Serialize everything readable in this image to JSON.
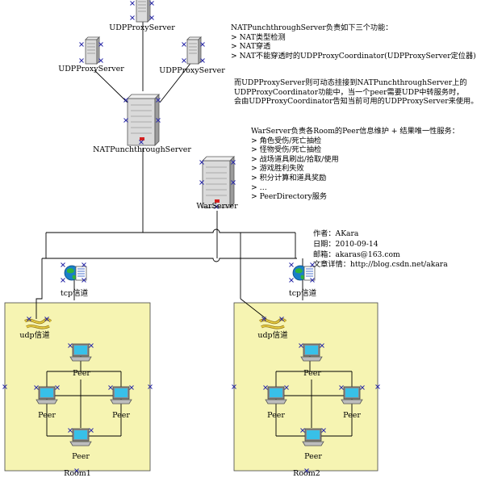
{
  "servers": {
    "udp_top": "UDPProxyServer",
    "udp_left": "UDPProxyServer",
    "udp_right": "UDPProxyServer",
    "nat": "NATPunchthroughServer",
    "war": "WarServer"
  },
  "rooms": [
    {
      "name": "Room1",
      "tcp_label": "tcp信道",
      "udp_label": "udp信道",
      "peer_label": "Peer"
    },
    {
      "name": "Room2",
      "tcp_label": "tcp信道",
      "udp_label": "udp信道",
      "peer_label": "Peer"
    }
  ],
  "notes": {
    "nat_title": "NATPunchthroughServer负责如下三个功能：",
    "nat_items": [
      "> NAT类型检测",
      "> NAT穿透",
      "> NAT不能穿透时的UDPProxyCoordinator(UDPProxyServer定位器)"
    ],
    "udp_desc": [
      "而UDPProxyServer则可动态挂接到NATPunchthroughServer上的",
      "UDPProxyCoordinator功能中，当一个peer需要UDP中转服务时，",
      "会由UDPProxyCoordinator告知当前可用的UDPProxyServer来使用。"
    ],
    "war_title": "WarServer负责各Room的Peer信息维护 + 结果唯一性服务：",
    "war_items": [
      "> 角色受伤/死亡抽检",
      "> 怪物受伤/死亡抽检",
      "> 战场道具刷出/拾取/使用",
      "> 游戏胜利失败",
      "> 积分计算和道具奖励",
      "> …",
      "> PeerDirectory服务"
    ],
    "author": [
      "作者：AKara",
      "日期：2010-09-14",
      "邮箱：akaras@163.com",
      "文章详情：http://blog.csdn.net/akara"
    ]
  },
  "colors": {
    "room_fill": "#f6f4b2",
    "server_body": "#dcdcdc",
    "monitor_screen": "#38c0e8",
    "globe": "#1a7fc8",
    "connector": "#2a2aa8"
  }
}
